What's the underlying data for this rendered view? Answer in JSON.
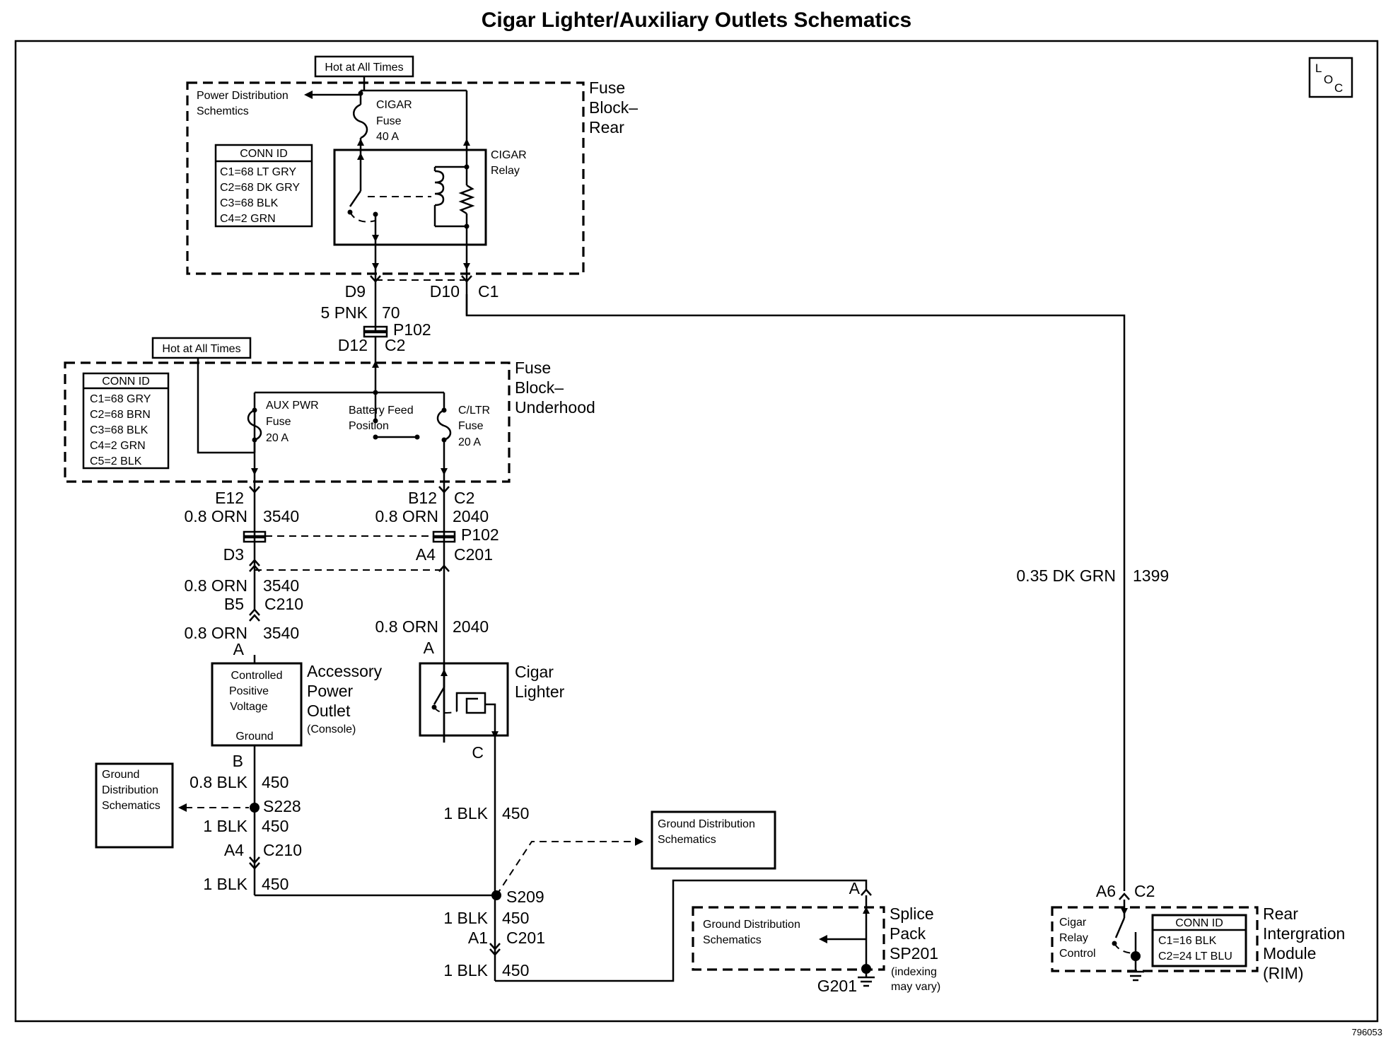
{
  "title": "Cigar Lighter/Auxiliary Outlets Schematics",
  "loc_symbol": [
    "L",
    "O",
    "C"
  ],
  "figure_id": "796053",
  "hot_at_all_times": "Hot at All Times",
  "power_distribution": [
    "Power Distribution",
    "Schemtics"
  ],
  "fuse_block_rear": {
    "label": [
      "Fuse",
      "Block–",
      "Rear"
    ],
    "conn_id": {
      "header": "CONN ID",
      "rows": [
        "C1=68 LT GRY",
        "C2=68 DK GRY",
        "C3=68 BLK",
        "C4=2 GRN"
      ]
    },
    "cigar_fuse": [
      "CIGAR",
      "Fuse",
      "40 A"
    ],
    "cigar_relay": [
      "CIGAR",
      "Relay"
    ]
  },
  "pins_top": {
    "d9": "D9",
    "d10": "D10",
    "c1": "C1",
    "pnk": "5 PNK",
    "n70": "70",
    "p102": "P102",
    "d12": "D12",
    "c2": "C2"
  },
  "fuse_block_underhood": {
    "label": [
      "Fuse",
      "Block–",
      "Underhood"
    ],
    "conn_id": {
      "header": "CONN ID",
      "rows": [
        "C1=68 GRY",
        "C2=68 BRN",
        "C3=68 BLK",
        "C4=2 GRN",
        "C5=2 BLK"
      ]
    },
    "aux_fuse": [
      "AUX PWR",
      "Fuse",
      "20 A"
    ],
    "battery_feed": [
      "Battery Feed",
      "Position"
    ],
    "cltr_fuse": [
      "C/LTR",
      "Fuse",
      "20 A"
    ]
  },
  "left_branch": {
    "e12": "E12",
    "orn_08": "0.8 ORN",
    "c3540": "3540",
    "d3": "D3",
    "b5": "B5",
    "c210": "C210",
    "a": "A",
    "b": "B",
    "blk_08": "0.8 BLK",
    "c450": "450",
    "s228": "S228",
    "blk_1": "1 BLK",
    "a4": "A4"
  },
  "right_branch": {
    "b12": "B12",
    "c2": "C2",
    "orn_08": "0.8 ORN",
    "c2040": "2040",
    "p102": "P102",
    "a4": "A4",
    "c201": "C201",
    "a": "A",
    "c": "C",
    "blk_1": "1 BLK",
    "c450": "450",
    "s209": "S209",
    "a1": "A1"
  },
  "accessory_outlet": {
    "box": [
      "Controlled",
      "Positive",
      "Voltage"
    ],
    "ground": "Ground",
    "label": [
      "Accessory",
      "Power",
      "Outlet"
    ],
    "sub": "(Console)"
  },
  "cigar_lighter": [
    "Cigar",
    "Lighter"
  ],
  "ground_distribution": [
    "Ground",
    "Distribution",
    "Schematics"
  ],
  "ground_distribution_2": [
    "Ground Distribution",
    "Schematics"
  ],
  "splice_pack": {
    "label": [
      "Splice",
      "Pack",
      "SP201"
    ],
    "sub": [
      "(indexing",
      "may vary)"
    ],
    "pin_a": "A",
    "g201": "G201"
  },
  "dk_grn_wire": {
    "gauge": "0.35 DK GRN",
    "circuit": "1399"
  },
  "rim": {
    "a6": "A6",
    "c2": "C2",
    "relay_ctrl": [
      "Cigar",
      "Relay",
      "Control"
    ],
    "conn_id": {
      "header": "CONN ID",
      "rows": [
        "C1=16 BLK",
        "C2=24 LT BLU"
      ]
    },
    "label": [
      "Rear",
      "Intergration",
      "Module",
      "(RIM)"
    ]
  }
}
